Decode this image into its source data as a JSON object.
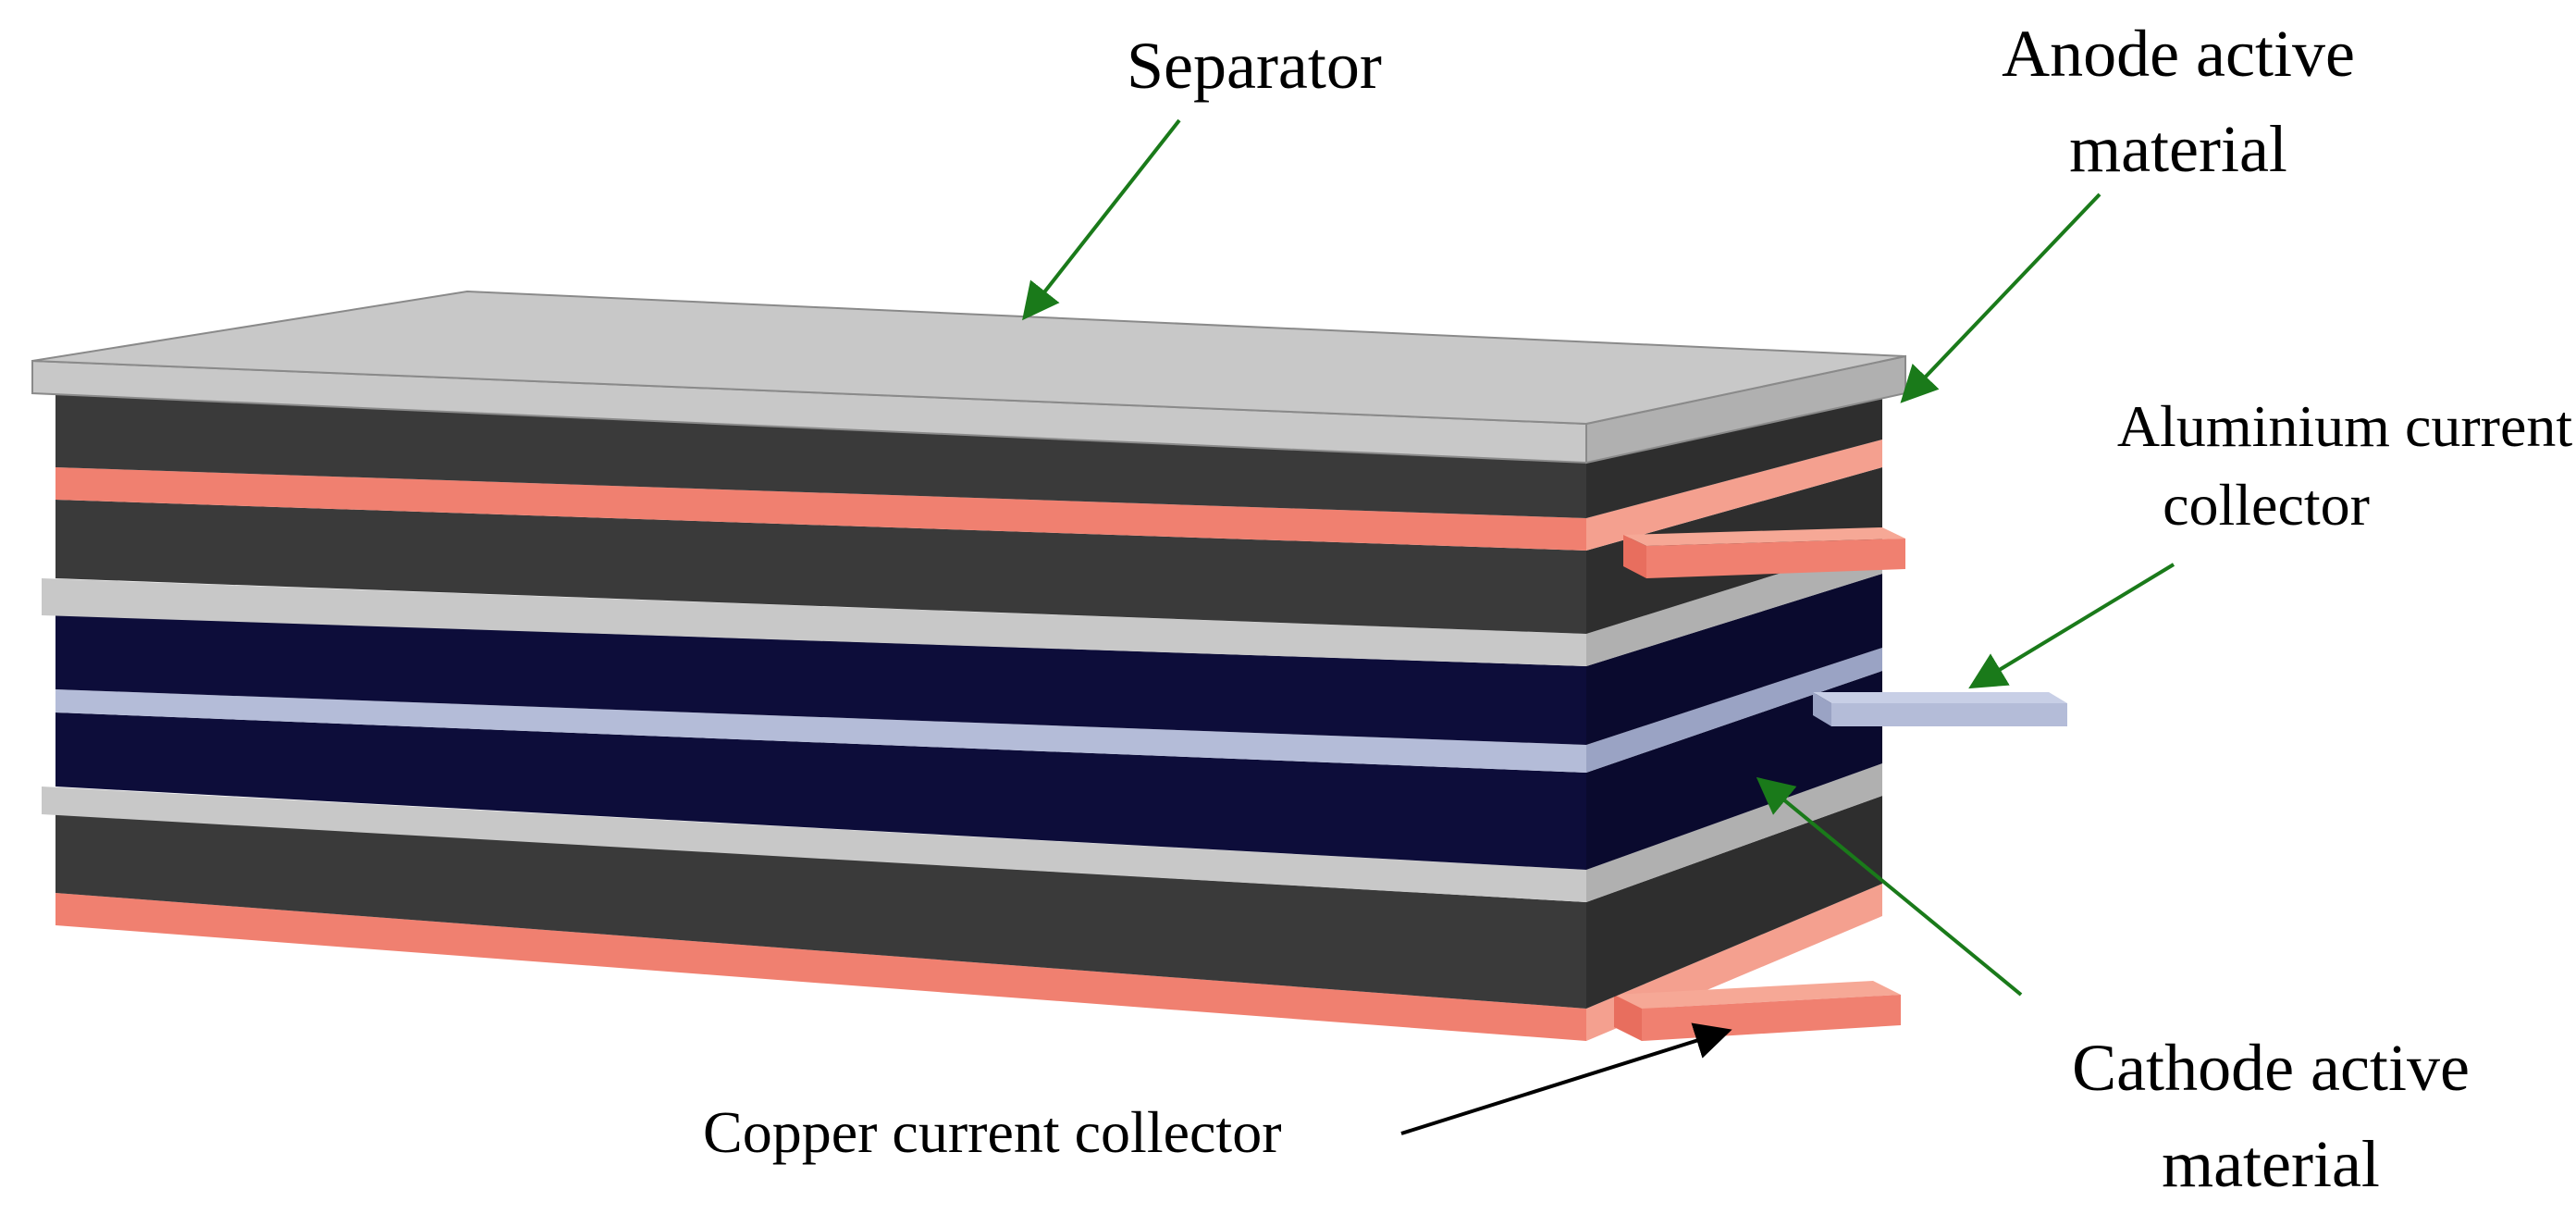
{
  "labels": {
    "separator": "Separator",
    "anode_line1": "Anode active",
    "anode_line2": "material",
    "aluminium_line1": "Aluminium current",
    "aluminium_line2": "collector",
    "cathode_line1": "Cathode active",
    "cathode_line2": "material",
    "copper": "Copper current collector"
  },
  "colors": {
    "separator": "#c8c8c8",
    "separator_edge": "#b0b0b0",
    "anode": "#3a3a3a",
    "anode_side": "#2e2e2e",
    "copper": "#f08070",
    "copper_side": "#f4a08f",
    "cathode": "#0d0d3a",
    "cathode_side": "#0a0a2e",
    "aluminium": "#b4bcd8",
    "arrow_green": "#1a7a1a",
    "arrow_black": "#000000"
  }
}
